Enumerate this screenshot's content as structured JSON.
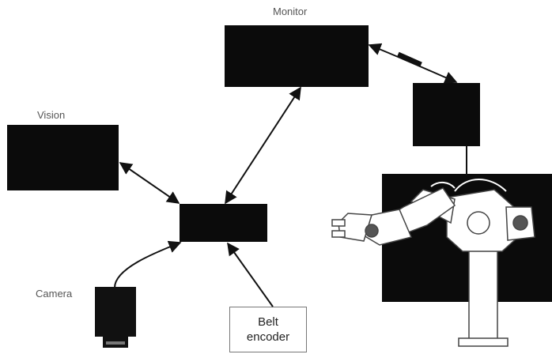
{
  "labels": {
    "monitor": "Monitor",
    "vision": "Vision",
    "camera": "Camera"
  },
  "encoder": {
    "line1": "Belt",
    "line2": "encoder"
  }
}
